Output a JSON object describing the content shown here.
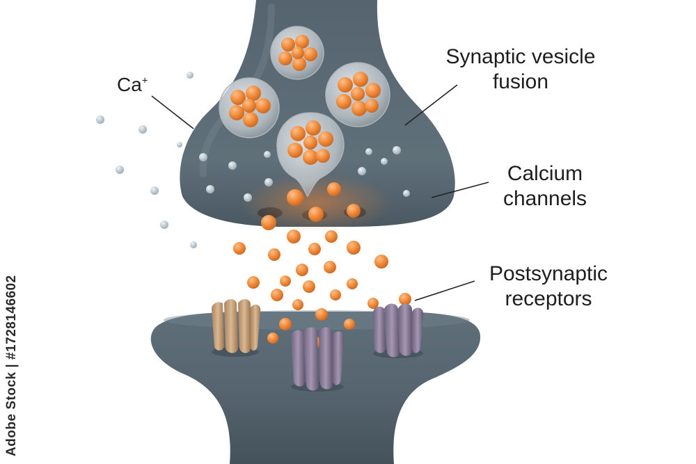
{
  "labels": {
    "calcium_ion": {
      "text": "Ca",
      "superscript": "+"
    },
    "synaptic_vesicle_fusion": {
      "line1": "Synaptic vesicle",
      "line2": "fusion"
    },
    "calcium_channels": {
      "line1": "Calcium",
      "line2": "channels"
    },
    "postsynaptic_receptors": {
      "line1": "Postsynaptic",
      "line2": "receptors"
    }
  },
  "watermark": {
    "stock_id": "Adobe Stock | #1728146602"
  },
  "colors": {
    "membrane": "#5a6b76",
    "membrane_dark": "#3f4d57",
    "vesicle_shell": "#d7dde2",
    "neurotransmitter": "#ee8a3c",
    "calcium_ion": "#b9c7cf",
    "receptor_tan": "#c9a37c",
    "receptor_purple": "#8d7f98",
    "leader_line": "#222222"
  }
}
